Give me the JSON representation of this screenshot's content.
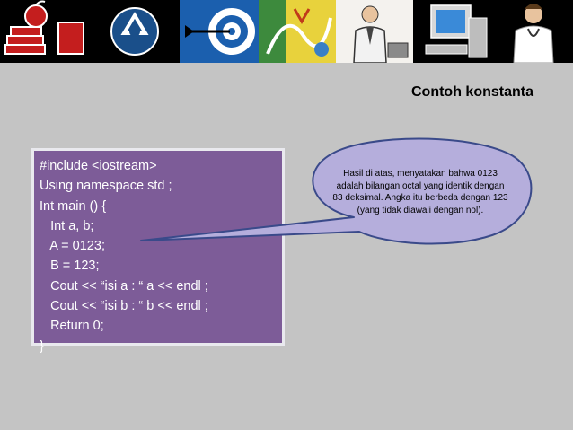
{
  "banner": {
    "icons": [
      "books-apple-icon",
      "recycle-icon",
      "dart-target-icon",
      "abstract-art-icon",
      "businessman-icon",
      "computer-icon",
      "doctor-icon"
    ]
  },
  "slide": {
    "title": "Contoh konstanta",
    "code_lines": [
      "#include <iostream>",
      "Using namespace std ;",
      "Int main () {",
      "   Int a, b;",
      "   A = 0123;",
      "   B = 123;",
      "   Cout << “isi a : “ a << endl ;",
      "   Cout << “isi b : “ b << endl ;",
      "   Return 0;",
      "}"
    ],
    "callout_text": "Hasil di atas, menyatakan bahwa 0123 adalah bilangan octal yang identik dengan 83 deksimal. Angka itu berbeda dengan 123 (yang tidak diawali dengan nol).",
    "colors": {
      "background": "#c4c4c4",
      "code_box": "#7d5c98",
      "callout_fill": "#b5aedc",
      "callout_stroke": "#3a4a8a"
    }
  }
}
